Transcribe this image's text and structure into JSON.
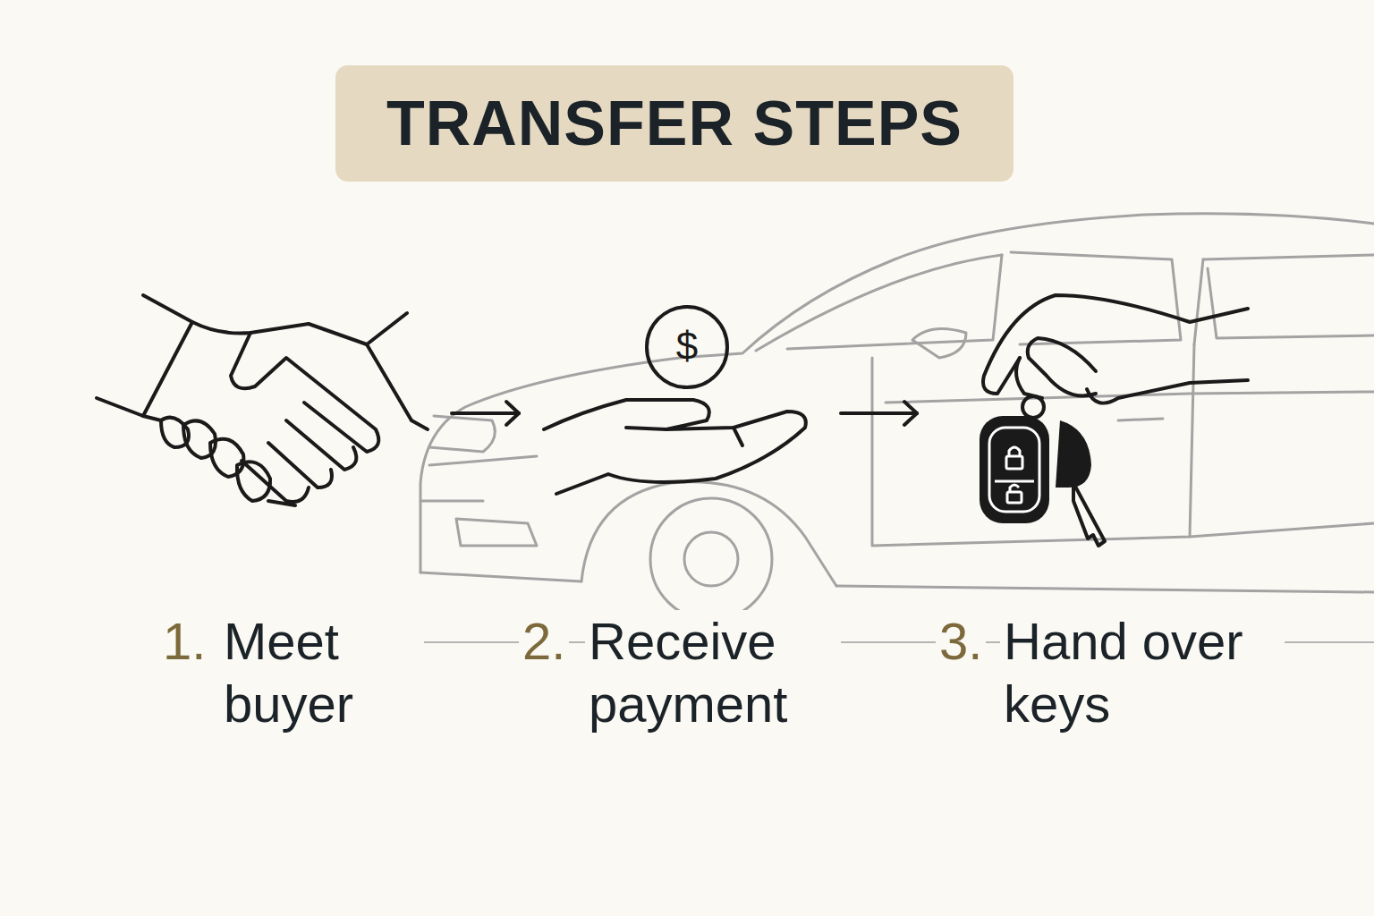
{
  "diagram": {
    "title": "TRANSFER STEPS",
    "nodes": [
      {
        "text": [
          "1.",
          "Meet buyer"
        ]
      },
      {
        "text": [
          "2.",
          "Receive payment"
        ]
      },
      {
        "text": [
          "3.",
          "Hand over keys"
        ]
      }
    ],
    "edges": [
      {
        "from": 0,
        "to": 1,
        "arrow": "to"
      },
      {
        "from": 1,
        "to": 2,
        "arrow": "to"
      }
    ],
    "labels": [
      "$"
    ]
  }
}
